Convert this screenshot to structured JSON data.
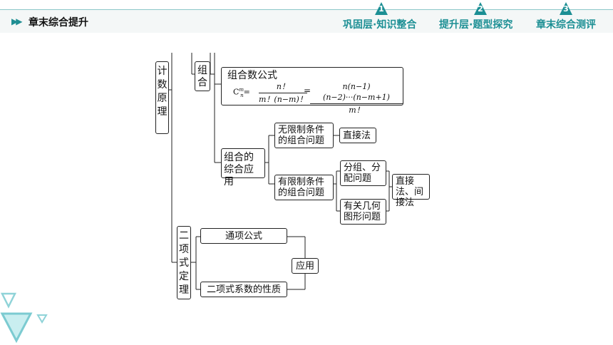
{
  "header": {
    "section_title": "章末综合提升",
    "nav_items": [
      {
        "num": "1",
        "label": "巩固层·知识整合"
      },
      {
        "num": "2",
        "label": "提升层·题型探究"
      },
      {
        "num": "3",
        "label": "章末综合测评"
      }
    ]
  },
  "diagram": {
    "root": "计数原理",
    "combination": "组合",
    "formula": {
      "title": "组合数公式",
      "lhs": "C",
      "lhs_sup": "m",
      "lhs_sub": "n",
      "eq": "=",
      "frac1_num": "n！",
      "frac1_den": "m！(n−m)！",
      "eq2": "=",
      "frac2_num": "n(n−1)(n−2)···(n−m+1)",
      "frac2_den": "m！"
    },
    "comb_application": "组合的综合应用",
    "unlimited": "无限制条件的组合问题",
    "direct": "直接法",
    "limited": "有限制条件的组合问题",
    "grouping": "分组、分配问题",
    "geometry": "有关几何图形问题",
    "methods": "直接法、间接法",
    "binomial": "二项式定理",
    "general_term": "通项公式",
    "coefficients": "二项式系数的性质",
    "application": "应用"
  },
  "colors": {
    "accent": "#1c8f94",
    "deco_light": "#a9dde0"
  }
}
